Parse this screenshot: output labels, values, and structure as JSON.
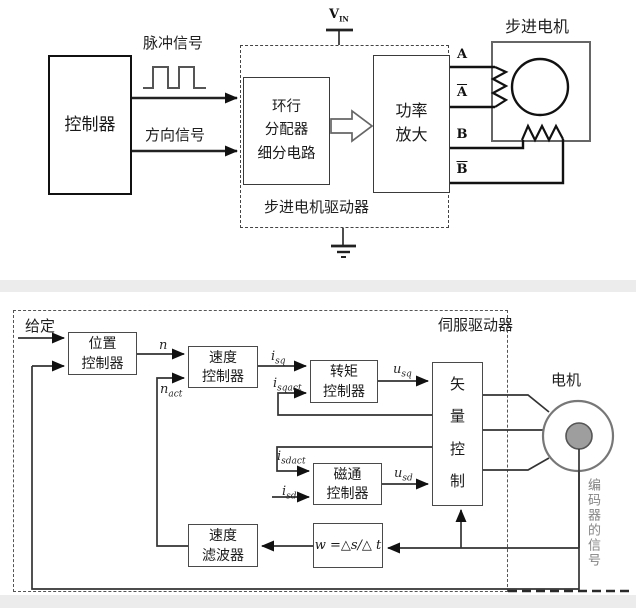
{
  "top_diagram": {
    "controller": "控制器",
    "pulse_label": "脉冲信号",
    "direction_label": "方向信号",
    "ring_box": {
      "lines": [
        "环行",
        "分配器",
        "细分电路"
      ]
    },
    "power_box": {
      "lines": [
        "功率",
        "放大"
      ]
    },
    "driver_label": "步进电机驱动器",
    "motor_label": "步进电机",
    "vin": {
      "base": "V",
      "sub": "IN"
    },
    "phase_a": "A",
    "phase_a_bar": "A",
    "phase_b": "B",
    "phase_b_bar": "B"
  },
  "bottom_diagram": {
    "setpoint_label": "给定",
    "servo_label": "伺服驱动器",
    "boxes": {
      "position": {
        "lines": [
          "位置",
          "控制器"
        ]
      },
      "speed": {
        "lines": [
          "速度",
          "控制器"
        ]
      },
      "torque": {
        "lines": [
          "转矩",
          "控制器"
        ]
      },
      "flux": {
        "lines": [
          "磁通",
          "控制器"
        ]
      },
      "vector": {
        "chars": [
          "矢",
          "量",
          "控",
          "制"
        ]
      },
      "filter": {
        "lines": [
          "速度",
          "滤波器"
        ]
      },
      "formula": "w =△s/△ t"
    },
    "signals": {
      "n": {
        "base": "n",
        "sub": ""
      },
      "n_act": {
        "base": "n",
        "sub": "act"
      },
      "i_sq": {
        "base": "i",
        "sub": "sq"
      },
      "i_sqact": {
        "base": "i",
        "sub": "sqact"
      },
      "u_sq": {
        "base": "u",
        "sub": "sq"
      },
      "i_sdact": {
        "base": "i",
        "sub": "sdact"
      },
      "i_sd": {
        "base": "i",
        "sub": "sd"
      },
      "u_sd": {
        "base": "u",
        "sub": "sd"
      }
    },
    "motor_label": "电机",
    "encoder_label": "编码器的信号"
  },
  "colors": {
    "line": "#222222",
    "box_border": "#4a4a4a",
    "rotor_fill": "#9e9e9e",
    "band": "#ececec"
  }
}
